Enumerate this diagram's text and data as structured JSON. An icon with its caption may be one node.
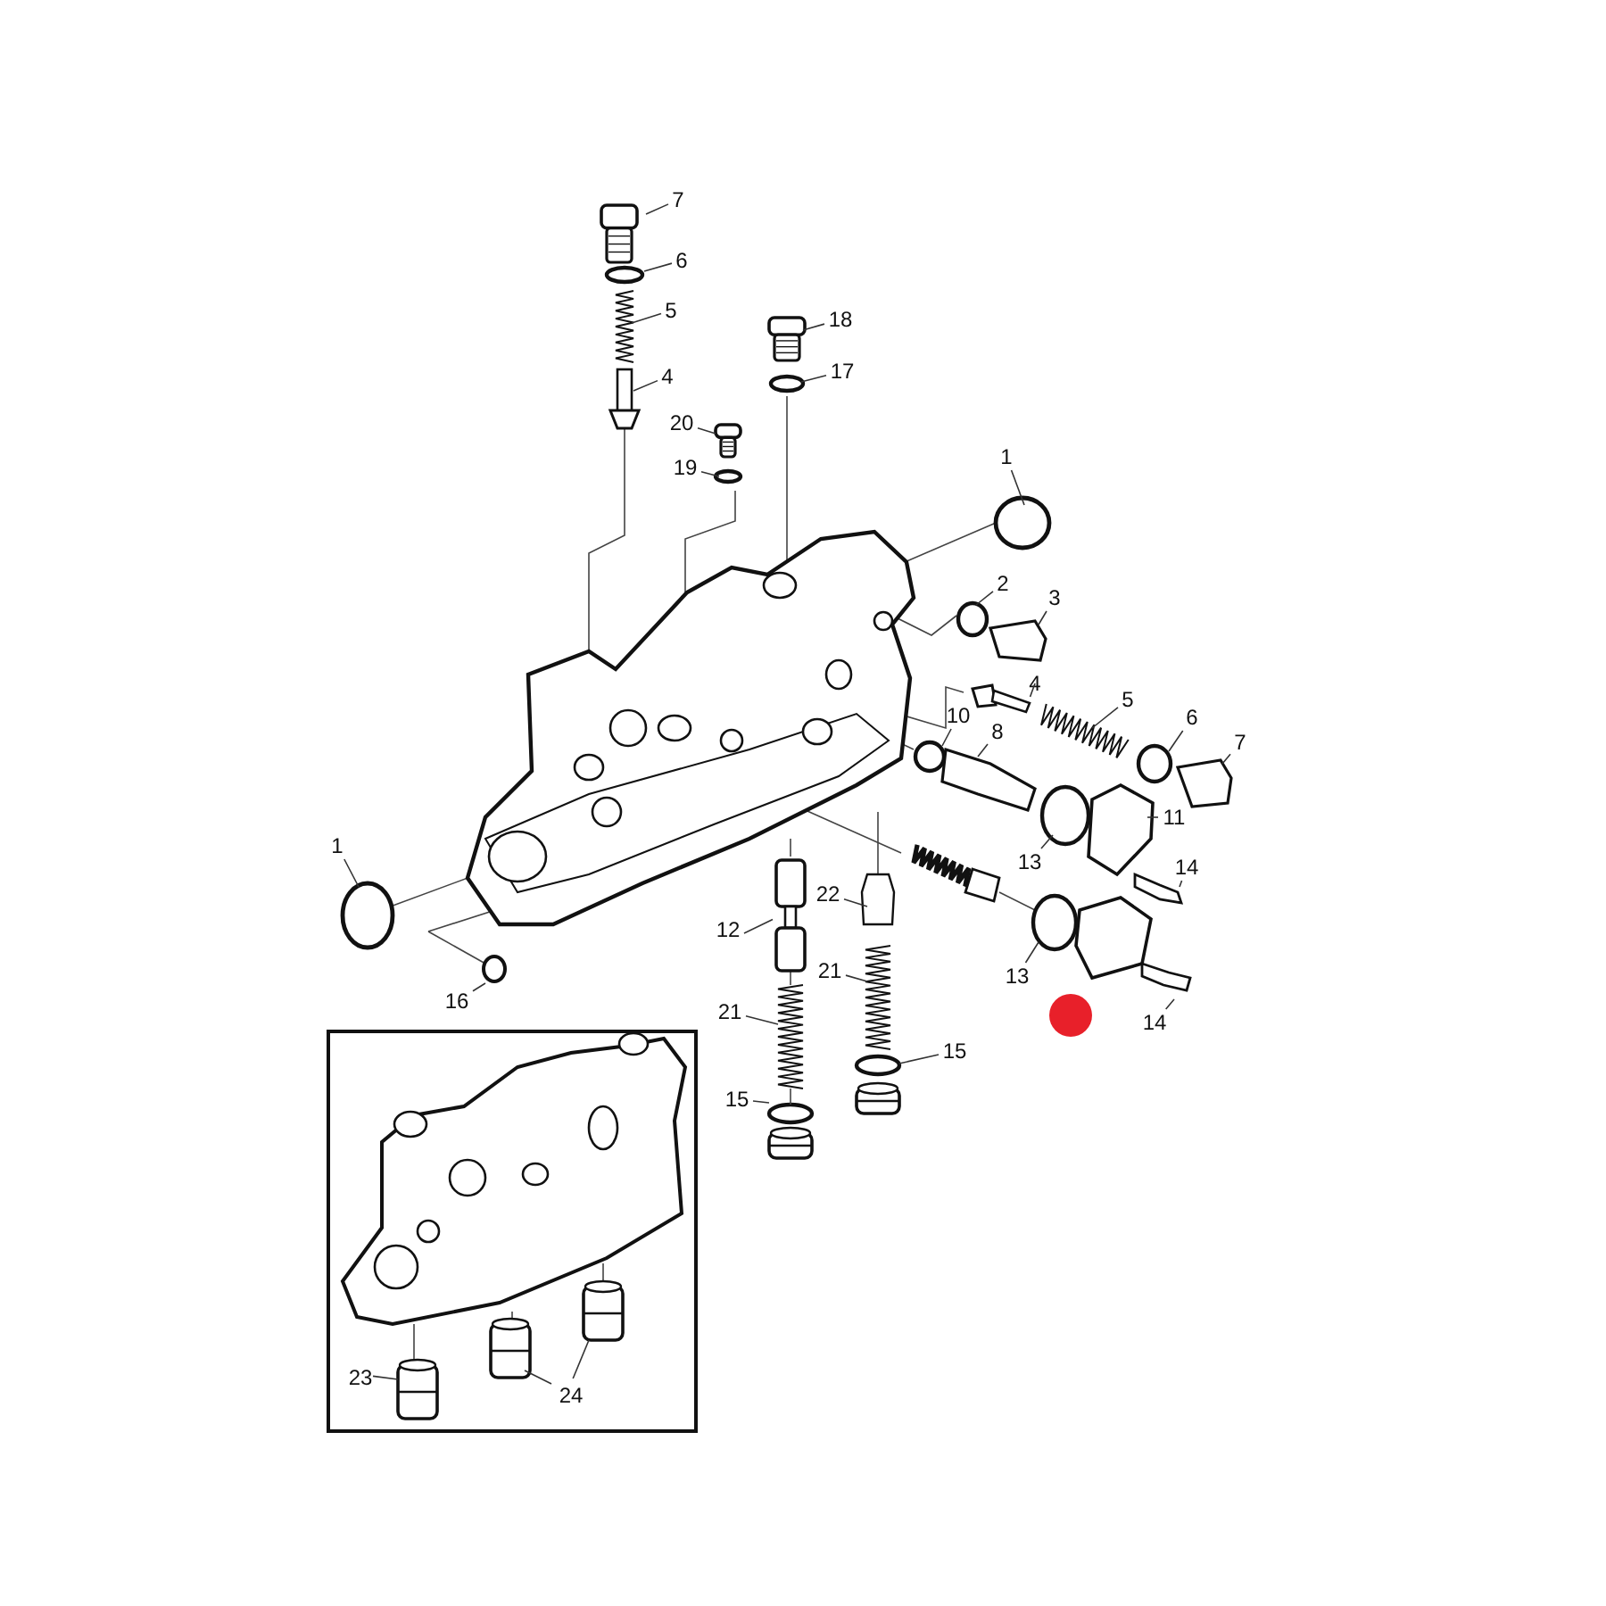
{
  "diagram": {
    "nodes": [
      {
        "text": [
          "7"
        ]
      },
      {
        "text": [
          "6"
        ]
      },
      {
        "text": [
          "18"
        ]
      },
      {
        "text": [
          "5"
        ]
      },
      {
        "text": [
          "17"
        ]
      },
      {
        "text": [
          "4"
        ]
      },
      {
        "text": [
          "20"
        ]
      },
      {
        "text": [
          "19"
        ]
      },
      {
        "text": [
          "1"
        ]
      },
      {
        "text": [
          "2"
        ]
      },
      {
        "text": [
          "3"
        ]
      },
      {
        "text": [
          "4"
        ]
      },
      {
        "text": [
          "5"
        ]
      },
      {
        "text": [
          "10"
        ]
      },
      {
        "text": [
          "6"
        ]
      },
      {
        "text": [
          "7"
        ]
      },
      {
        "text": [
          "8"
        ]
      },
      {
        "text": [
          "11"
        ]
      },
      {
        "text": [
          "13"
        ]
      },
      {
        "text": [
          "1"
        ]
      },
      {
        "text": [
          "14"
        ]
      },
      {
        "text": [
          "22"
        ]
      },
      {
        "text": [
          "12"
        ]
      },
      {
        "text": [
          "13"
        ]
      },
      {
        "text": [
          "21"
        ]
      },
      {
        "text": [
          "16"
        ]
      },
      {
        "text": [
          "21"
        ]
      },
      {
        "text": [
          "14"
        ]
      },
      {
        "text": [
          "15"
        ]
      },
      {
        "text": [
          "15"
        ]
      },
      {
        "text": [],
        "shape": "box"
      },
      {
        "text": [
          "23"
        ],
        "in": 30
      },
      {
        "text": [
          "24"
        ],
        "in": 30
      },
      {
        "text": [],
        "shape": "picture"
      },
      {
        "text": [],
        "shape": "picture"
      }
    ],
    "edges": [
      {
        "from": 0,
        "to": null,
        "arrow": "none"
      },
      {
        "from": 1,
        "to": null,
        "arrow": "none"
      },
      {
        "from": 2,
        "to": null,
        "arrow": "none"
      },
      {
        "from": 3,
        "to": null,
        "arrow": "none"
      },
      {
        "from": 4,
        "to": null,
        "arrow": "none"
      },
      {
        "from": 5,
        "to": null,
        "arrow": "none"
      },
      {
        "from": 6,
        "to": null,
        "arrow": "none"
      },
      {
        "from": 7,
        "to": null,
        "arrow": "none"
      },
      {
        "from": 8,
        "to": null,
        "arrow": "none"
      },
      {
        "from": 9,
        "to": null,
        "arrow": "none"
      },
      {
        "from": 10,
        "to": null,
        "arrow": "none"
      },
      {
        "from": 11,
        "to": 33,
        "arrow": "none"
      },
      {
        "from": 12,
        "to": null,
        "arrow": "none"
      },
      {
        "from": 13,
        "to": null,
        "arrow": "none"
      },
      {
        "from": 14,
        "to": null,
        "arrow": "none"
      },
      {
        "from": 15,
        "to": null,
        "arrow": "none"
      },
      {
        "from": 16,
        "to": null,
        "arrow": "none"
      },
      {
        "from": 17,
        "to": null,
        "arrow": "none"
      },
      {
        "from": 18,
        "to": null,
        "arrow": "none"
      },
      {
        "from": 19,
        "to": null,
        "arrow": "none"
      },
      {
        "from": 20,
        "to": null,
        "arrow": "none"
      },
      {
        "from": 21,
        "to": null,
        "arrow": "none"
      },
      {
        "from": 22,
        "to": 34,
        "arrow": "none"
      },
      {
        "from": 23,
        "to": null,
        "arrow": "none"
      },
      {
        "from": 24,
        "to": null,
        "arrow": "none"
      },
      {
        "from": 25,
        "to": null,
        "arrow": "none"
      },
      {
        "from": 26,
        "to": null,
        "arrow": "none"
      },
      {
        "from": 27,
        "to": null,
        "arrow": "none"
      },
      {
        "from": 28,
        "to": null,
        "arrow": "none"
      },
      {
        "from": 29,
        "to": null,
        "arrow": "none"
      },
      {
        "from": 31,
        "to": null,
        "arrow": "none"
      },
      {
        "from": 32,
        "to": null,
        "arrow": "none"
      },
      {
        "from": 32,
        "to": null,
        "arrow": "none"
      }
    ]
  }
}
